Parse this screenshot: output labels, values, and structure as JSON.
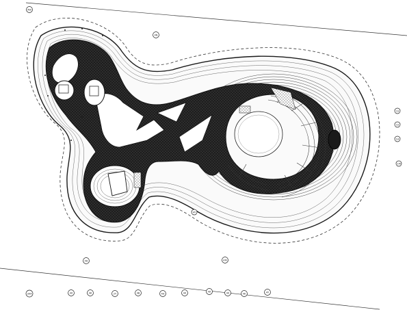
{
  "drawing": {
    "type": "architectural floor plan",
    "colors": {
      "line": "#1a1a1a",
      "fill": "#1a1a1a",
      "paper": "#ffffff"
    }
  },
  "grid_bubbles": {
    "top": [
      "4W",
      "4N"
    ],
    "right": [
      "1S",
      "1S",
      "1A",
      "1M"
    ],
    "middle": [
      "4Y",
      "4D",
      "4M"
    ],
    "bottom": [
      "3X4",
      "4X",
      "4K",
      "2Y",
      "4B",
      "4H",
      "4X",
      "4X",
      "4X",
      "4K",
      "4Y"
    ]
  }
}
